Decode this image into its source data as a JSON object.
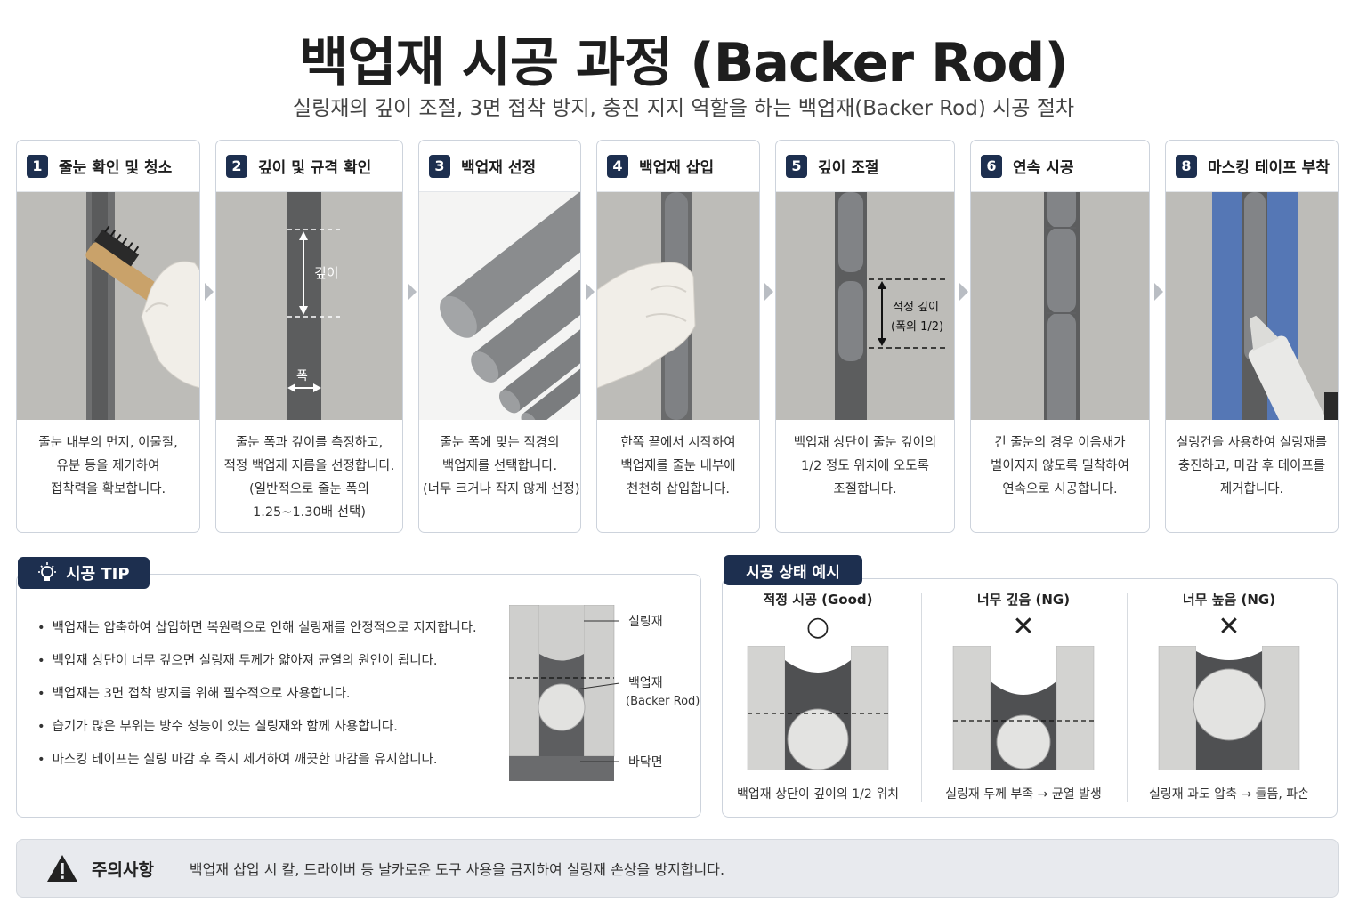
{
  "header": {
    "title": "백업재 시공 과정 (Backer Rod)",
    "subtitle": "실링재의 깊이 조절, 3면 접착 방지, 충진 지지 역할을 하는 백업재(Backer Rod) 시공 절차"
  },
  "steps": [
    {
      "num": "1",
      "title": "줄눈 확인 및 청소",
      "desc": [
        "줄눈 내부의  먼지, 이물질,",
        "유분 등을 제거하여",
        "접착력을 확보합니다."
      ]
    },
    {
      "num": "2",
      "title": "깊이 및 규격 확인",
      "desc": [
        "줄눈 폭과 깊이를 측정하고,",
        "적정 백업재 지름을 선정합니다.",
        "(일반적으로 줄눈 폭의",
        "1.25~1.30배 선택)"
      ],
      "labels": {
        "depth": "깊이",
        "width": "폭"
      }
    },
    {
      "num": "3",
      "title": "백업재 선정",
      "desc": [
        "줄눈 폭에 맞는 직경의",
        "백업재를 선택합니다.",
        "(너무 크거나 작지 않게 선정)"
      ]
    },
    {
      "num": "4",
      "title": "백업재 삽입",
      "desc": [
        "한쪽 끝에서 시작하여",
        "백업재를 줄눈 내부에",
        "천천히 삽입합니다."
      ]
    },
    {
      "num": "5",
      "title": "깊이 조절",
      "desc": [
        "백업재 상단이 줄눈 깊이의",
        "1/2 정도 위치에 오도록",
        "조절합니다."
      ],
      "labels": {
        "depth1": "적정 깊이",
        "depth2": "(폭의 1/2)"
      }
    },
    {
      "num": "6",
      "title": "연속 시공",
      "desc": [
        "긴 줄눈의 경우 이음새가",
        "벌이지지 않도록 밀착하여",
        "연속으로 시공합니다."
      ]
    },
    {
      "num": "8",
      "title": "마스킹 테이프 부착",
      "desc": [
        "실링건을 사용하여 실링재를",
        "충진하고, 마감 후 테이프를",
        "제거합니다."
      ]
    }
  ],
  "tip": {
    "label": "시공 TIP",
    "items": [
      "백업재는 압축하여 삽입하면 복원력으로 인해 실링재를 안정적으로 지지합니다.",
      "백업재 상단이 너무 깊으면 실링재 두께가 얇아져 균열의 원인이 됩니다.",
      "백업재는 3면 접착 방지를 위해 필수적으로 사용합니다.",
      "습기가 많은 부위는 방수 성능이 있는 실링재와 함께 사용합니다.",
      "마스킹 테이프는 실링 마감 후 즉시 제거하여 깨끗한 마감을 유지합니다."
    ],
    "diagram": {
      "sealant": "실링재",
      "backer1": "백업재",
      "backer2": "(Backer Rod)",
      "floor": "바닥면"
    }
  },
  "examples": {
    "label": "시공 상태 예시",
    "items": [
      {
        "title": "적정 시공 (Good)",
        "mark": "○",
        "caption": "백업재 상단이 깊이의 1/2 위치"
      },
      {
        "title": "너무 깊음 (NG)",
        "mark": "✕",
        "caption": "실링재 두께 부족 → 균열 발생"
      },
      {
        "title": "너무 높음 (NG)",
        "mark": "✕",
        "caption": "실링재 과도 압축 → 들뜸, 파손"
      }
    ]
  },
  "caution": {
    "label": "주의사항",
    "text": "백업재 삽입 시 칼, 드라이버 등 날카로운 도구 사용을 금지하여 실링재 손상을 방지합니다."
  },
  "colors": {
    "navy": "#1d2f4f",
    "concrete": "#b9b9b6",
    "rod": "#7d7f82",
    "tape": "#5577b5"
  }
}
